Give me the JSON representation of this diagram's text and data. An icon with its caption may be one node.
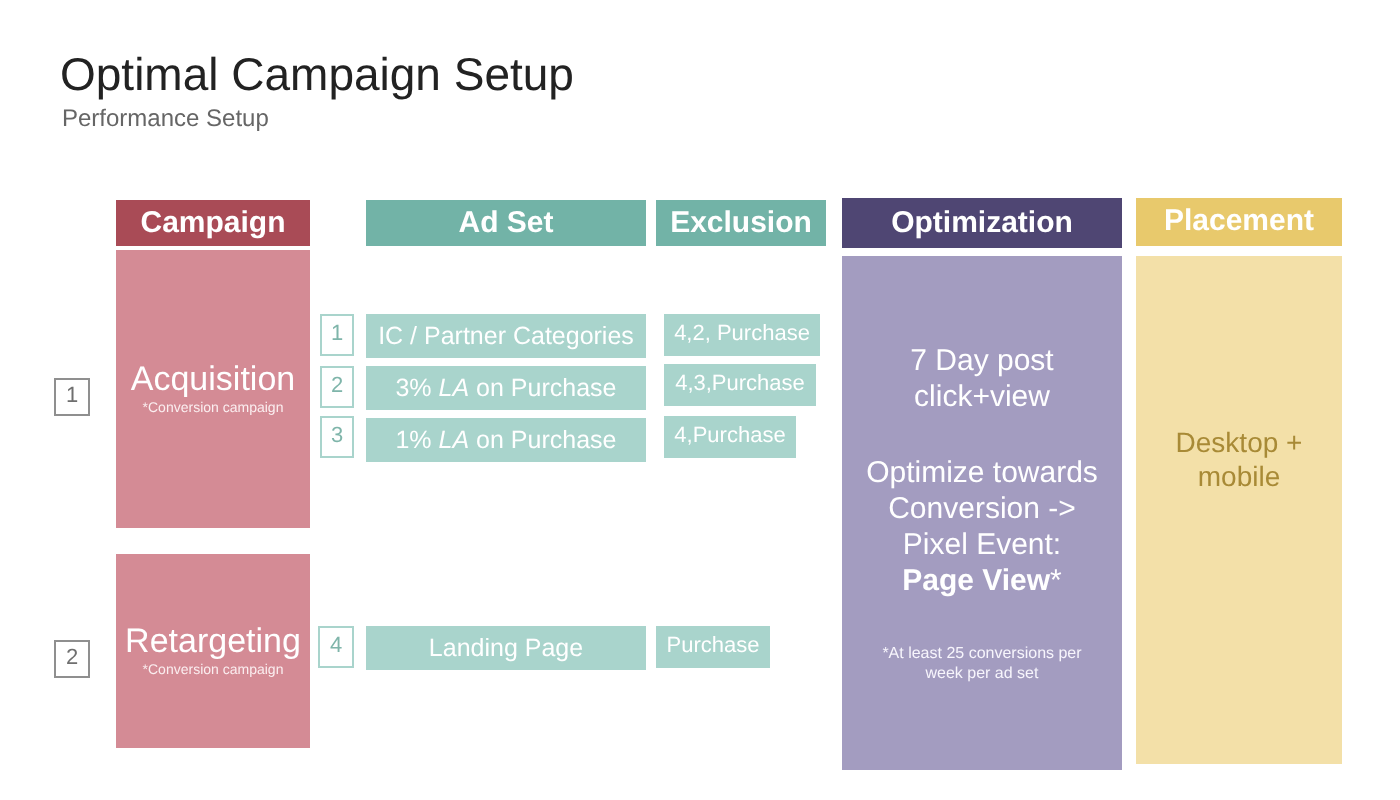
{
  "diagram": {
    "title": "Optimal Campaign Setup",
    "nodes": [
      {
        "text": [
          "Campaign"
        ]
      },
      {
        "text": [
          "Ad Set"
        ]
      },
      {
        "text": [
          "Exclusion"
        ]
      },
      {
        "text": [
          "Optimization"
        ]
      },
      {
        "text": [
          "Placement"
        ]
      },
      {
        "text": [
          "Acquisition",
          "*Conversion campaign"
        ]
      },
      {
        "text": [
          "7 Day post click+view",
          "Optimize towards Conversion -> Pixel Event: **Page View***",
          "*At least 25 conversions per week per ad set"
        ]
      },
      {
        "text": [
          "Desktop + mobile"
        ]
      },
      {
        "text": [
          "1"
        ]
      },
      {
        "text": [
          "IC / Partner Categories"
        ]
      },
      {
        "text": [
          "4,2, Purchase"
        ]
      },
      {
        "text": [
          "1"
        ]
      },
      {
        "text": [
          "2"
        ]
      },
      {
        "text": [
          "3% *LA* on Purchase"
        ]
      },
      {
        "text": [
          "4,3,Purchase"
        ]
      },
      {
        "text": [
          "3"
        ]
      },
      {
        "text": [
          "1% *LA* on Purchase"
        ]
      },
      {
        "text": [
          "4,Purchase"
        ]
      },
      {
        "text": [
          "2"
        ]
      },
      {
        "text": [
          "Retargeting",
          "*Conversion campaign"
        ]
      },
      {
        "text": [
          "4"
        ]
      },
      {
        "text": [
          "Landing Page"
        ]
      },
      {
        "text": [
          "Purchase"
        ]
      }
    ],
    "labels": [
      "Performance Setup"
    ]
  }
}
